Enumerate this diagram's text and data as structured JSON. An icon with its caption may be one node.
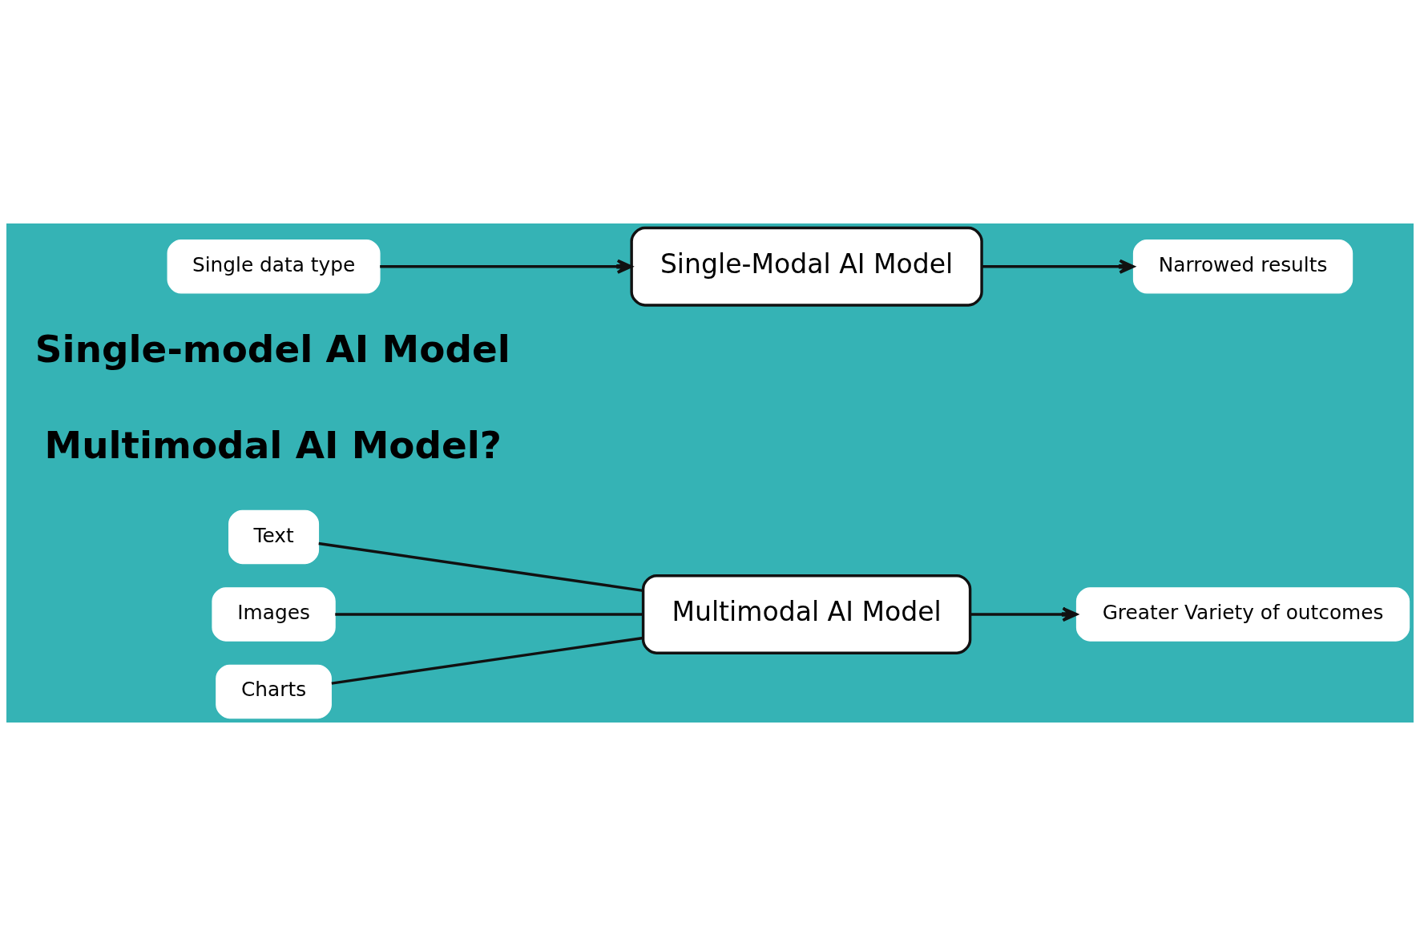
{
  "diagram": {
    "nodes": [
      {
        "text": [
          "Single data type"
        ]
      },
      {
        "text": [
          "Single-Modal AI Model"
        ]
      },
      {
        "text": [
          "Narrowed results"
        ]
      },
      {
        "text": [
          "Text"
        ]
      },
      {
        "text": [
          "Images"
        ]
      },
      {
        "text": [
          "Charts"
        ]
      },
      {
        "text": [
          "Multimodal AI Model"
        ]
      },
      {
        "text": [
          "Greater Variety of outcomes"
        ]
      }
    ],
    "edges": [
      {
        "from": 0,
        "to": 1,
        "arrow": "to"
      },
      {
        "from": 1,
        "to": 2,
        "arrow": "to"
      },
      {
        "from": 3,
        "to": 6,
        "arrow": "none"
      },
      {
        "from": 4,
        "to": 6,
        "arrow": "none"
      },
      {
        "from": 5,
        "to": 6,
        "arrow": "none"
      },
      {
        "from": 6,
        "to": 7,
        "arrow": "to"
      }
    ],
    "labels": [
      "Single-model AI Model",
      "Multimodal AI Model?"
    ]
  }
}
